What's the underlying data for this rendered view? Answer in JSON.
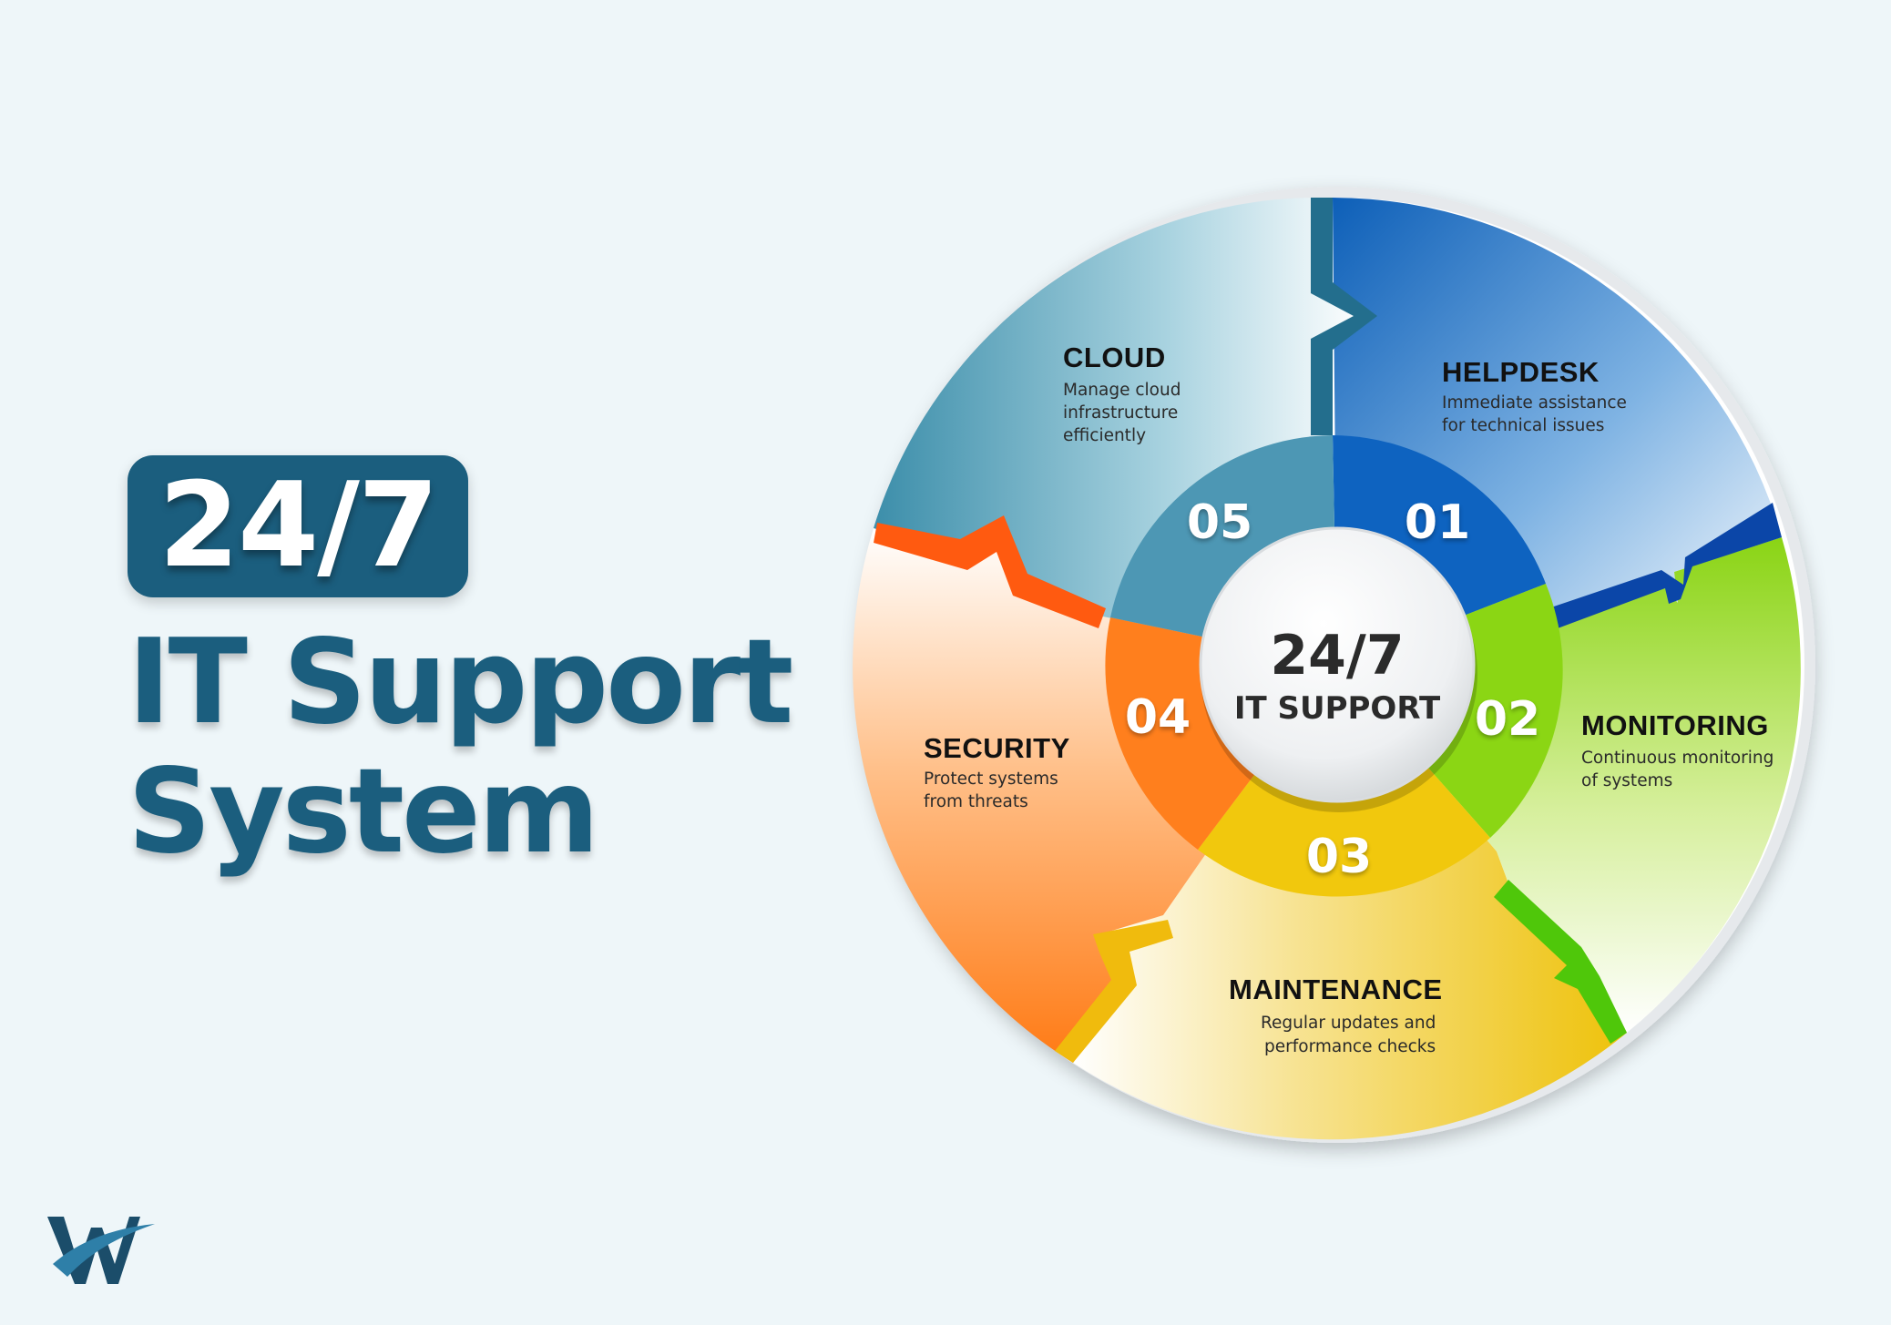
{
  "heading": {
    "badge": "24/7",
    "line1": "IT Support",
    "line2": "System"
  },
  "hub": {
    "big": "24/7",
    "small": "IT SUPPORT"
  },
  "segments": [
    {
      "number": "01",
      "title": "HELPDESK",
      "desc_lines": [
        "Immediate assistance",
        "for technical issues"
      ],
      "color": "#1565c0"
    },
    {
      "number": "02",
      "title": "MONITORING",
      "desc_lines": [
        "Continuous monitoring",
        "of systems"
      ],
      "color": "#7fd41a"
    },
    {
      "number": "03",
      "title": "MAINTENANCE",
      "desc_lines": [
        "Regular updates and",
        "performance checks"
      ],
      "color": "#f2c40f"
    },
    {
      "number": "04",
      "title": "SECURITY",
      "desc_lines": [
        "Protect systems",
        "from threats"
      ],
      "color": "#ff7a1a"
    },
    {
      "number": "05",
      "title": "CLOUD",
      "desc_lines": [
        "Manage cloud",
        "infrastructure",
        "efficiently"
      ],
      "color": "#3e8eab"
    }
  ],
  "colors": {
    "brand": "#1b5e7e",
    "background": "#eef6f9"
  },
  "logo": {
    "icon": "w-logo-icon"
  }
}
